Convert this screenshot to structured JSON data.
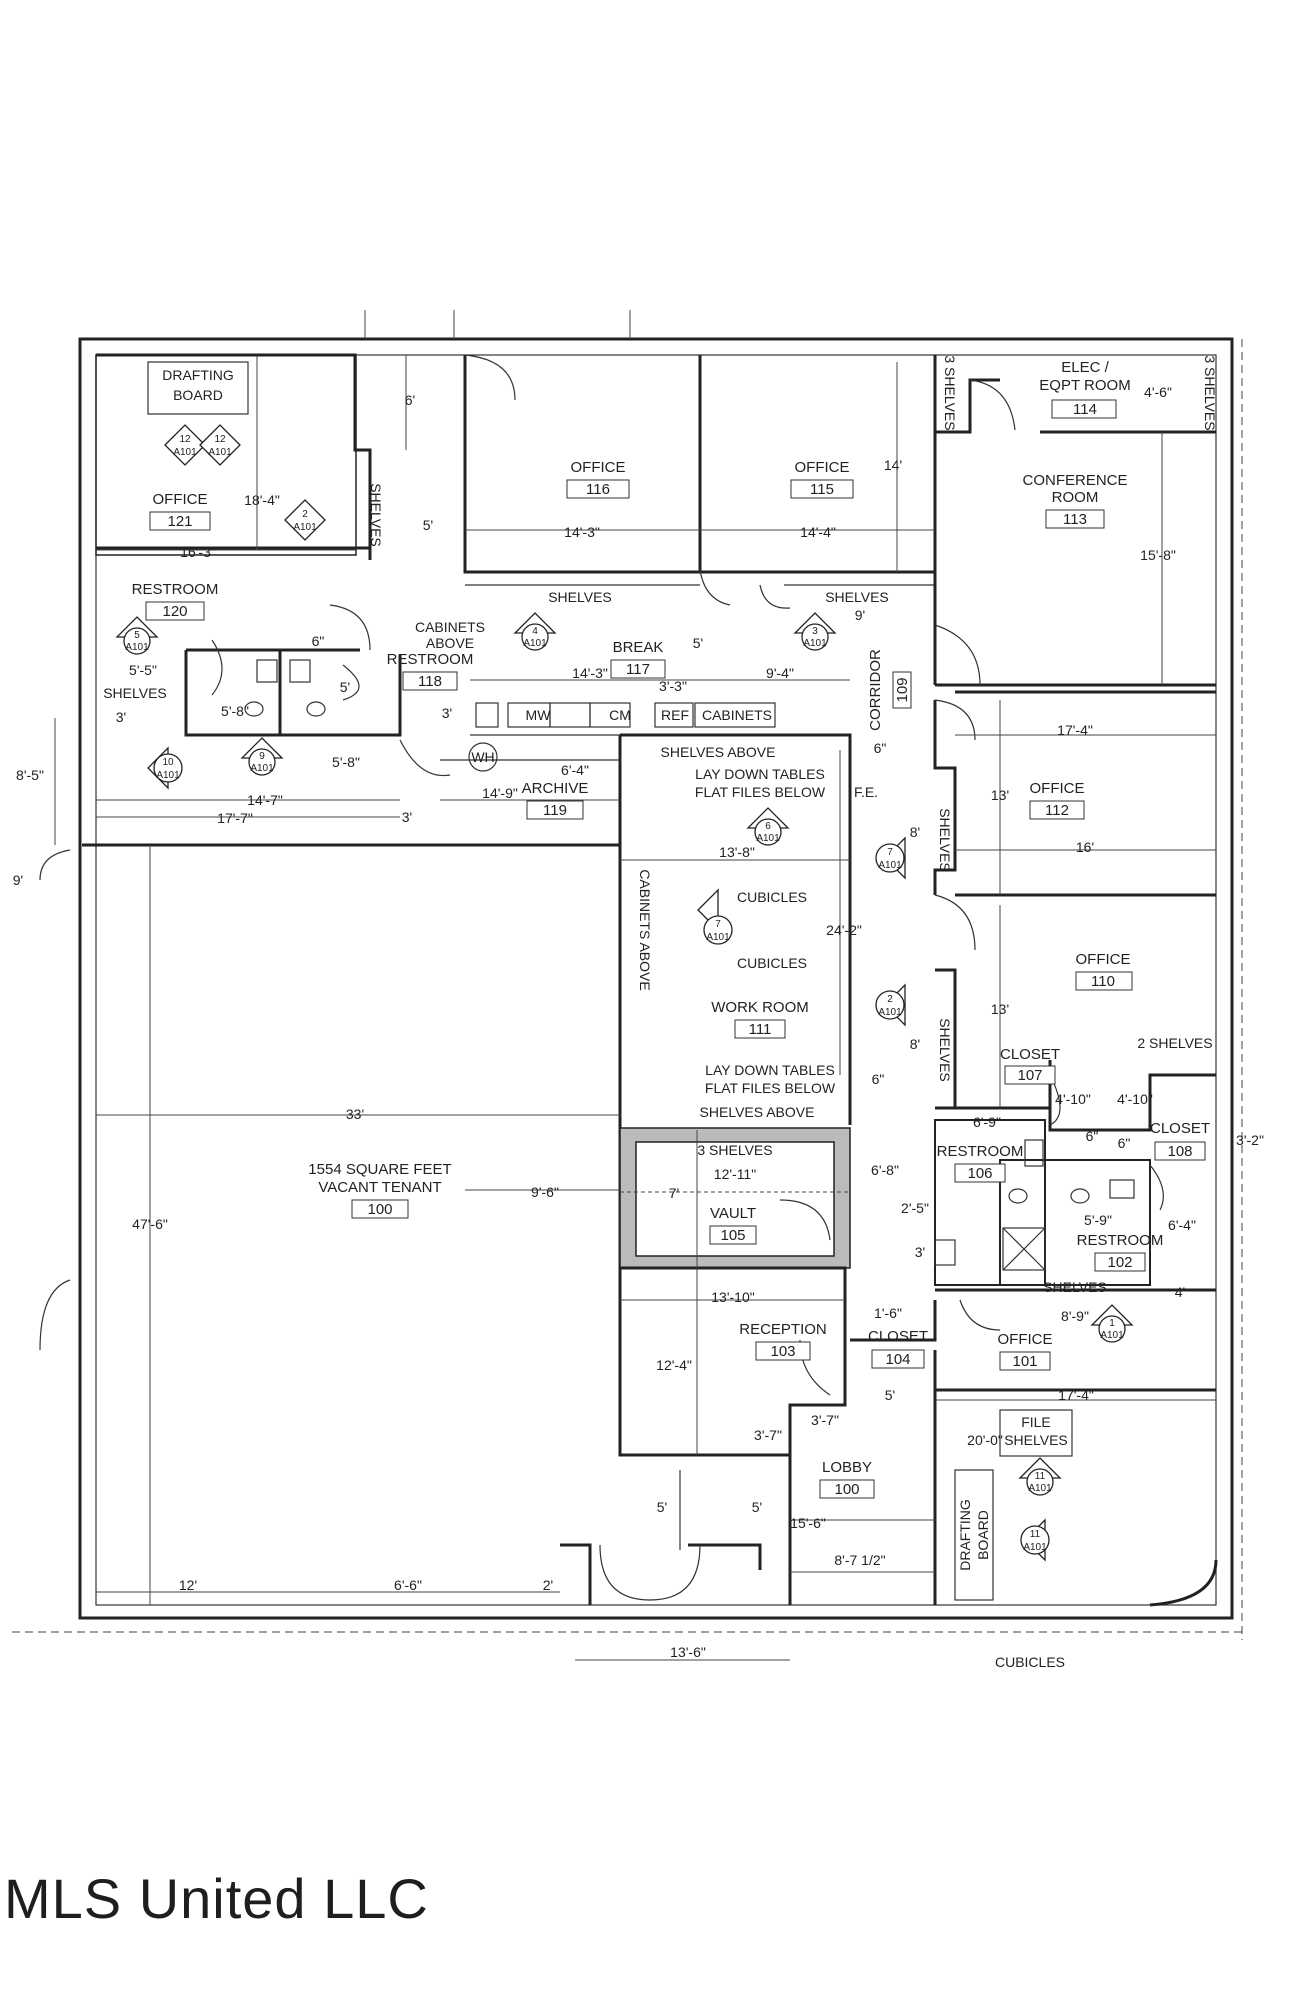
{
  "watermark": "MLS United LLC",
  "rooms": [
    {
      "id": "office-121",
      "name": "OFFICE",
      "number": "121"
    },
    {
      "id": "office-116",
      "name": "OFFICE",
      "number": "116"
    },
    {
      "id": "office-115",
      "name": "OFFICE",
      "number": "115"
    },
    {
      "id": "elec-114",
      "name": "ELEC /\nEQPT ROOM",
      "number": "114"
    },
    {
      "id": "conference-113",
      "name": "CONFERENCE\nROOM",
      "number": "113"
    },
    {
      "id": "restroom-120",
      "name": "RESTROOM",
      "number": "120"
    },
    {
      "id": "restroom-118",
      "name": "RESTROOM",
      "number": "118"
    },
    {
      "id": "break-117",
      "name": "BREAK",
      "number": "117"
    },
    {
      "id": "corridor-109",
      "name": "CORRIDOR",
      "number": "109"
    },
    {
      "id": "archive-119",
      "name": "ARCHIVE",
      "number": "119"
    },
    {
      "id": "office-112",
      "name": "OFFICE",
      "number": "112"
    },
    {
      "id": "workroom-111",
      "name": "WORK ROOM",
      "number": "111"
    },
    {
      "id": "office-110",
      "name": "OFFICE",
      "number": "110"
    },
    {
      "id": "closet-107",
      "name": "CLOSET",
      "number": "107"
    },
    {
      "id": "closet-108",
      "name": "CLOSET",
      "number": "108"
    },
    {
      "id": "restroom-106",
      "name": "RESTROOM",
      "number": "106"
    },
    {
      "id": "restroom-102",
      "name": "RESTROOM",
      "number": "102"
    },
    {
      "id": "vault-105",
      "name": "VAULT",
      "number": "105"
    },
    {
      "id": "tenant-100",
      "name": "1554 SQUARE FEET\nVACANT TENANT",
      "number": "100"
    },
    {
      "id": "reception-103",
      "name": "RECEPTION",
      "number": "103"
    },
    {
      "id": "closet-104",
      "name": "CLOSET",
      "number": "104"
    },
    {
      "id": "office-101",
      "name": "OFFICE",
      "number": "101"
    },
    {
      "id": "lobby-100",
      "name": "LOBBY",
      "number": "100"
    }
  ],
  "notes": [
    "DRAFTING\nBOARD",
    "SHELVES",
    "SHELVES",
    "SHELVES",
    "3\nSHELVES",
    "3\nSHELVES",
    "CABINETS\nABOVE",
    "SHELVES",
    "MW",
    "CM",
    "REF",
    "CABINETS",
    "WH",
    "SHELVES ABOVE",
    "LAY DOWN TABLES\nFLAT FILES BELOW",
    "F.E.",
    "SHELVES",
    "CUBICLES",
    "CUBICLES",
    "CABINETS ABOVE",
    "SHELVES",
    "2 SHELVES",
    "LAY DOWN TABLES\nFLAT FILES BELOW",
    "SHELVES ABOVE",
    "3 SHELVES",
    "SHELVES",
    "FILE\nSHELVES",
    "DRAFTING\nBOARD",
    "CUBICLES"
  ],
  "dimensions": [
    "6'",
    "18'-4\"",
    "16'-3\"",
    "5'",
    "14'-3\"",
    "14'-4\"",
    "14'",
    "4'-6\"",
    "15'-8\"",
    "6\"",
    "5'-5\"",
    "5'-8\"",
    "5'",
    "5'-8\"",
    "3'",
    "3'",
    "8'-5\"",
    "14'-7\"",
    "17'-7\"",
    "14'-9\"",
    "6'-4\"",
    "3'",
    "14'-3\"",
    "3'-3\"",
    "9'-4\"",
    "5'",
    "9'",
    "17'-4\"",
    "13'",
    "16'",
    "6\"",
    "13'-8\"",
    "8'",
    "24'-2\"",
    "9'",
    "8'",
    "6\"",
    "13'",
    "4'-10\"",
    "4'-10\"",
    "6'-9\"",
    "6\"",
    "6\"",
    "3'-2\"",
    "12'-11\"",
    "7'",
    "6'-8\"",
    "2'-5\"",
    "5'-9\"",
    "6'-4\"",
    "3'",
    "4'",
    "33'",
    "47'-6\"",
    "9'-6\"",
    "13'-10\"",
    "12'-4\"",
    "1'-6\"",
    "8'-9\"",
    "5'",
    "3'-7\"",
    "3'-7\"",
    "17'-4\"",
    "20'-0\"",
    "5'",
    "5'",
    "15'-6\"",
    "8'-7 1/2\"",
    "12'",
    "6'-6\"",
    "2'",
    "13'-6\""
  ],
  "section_markers": [
    {
      "num": "12",
      "sheet": "A101"
    },
    {
      "num": "12",
      "sheet": "A101"
    },
    {
      "num": "2",
      "sheet": "A101"
    },
    {
      "num": "4",
      "sheet": "A101"
    },
    {
      "num": "3",
      "sheet": "A101"
    },
    {
      "num": "5",
      "sheet": "A101"
    },
    {
      "num": "10",
      "sheet": "A101"
    },
    {
      "num": "9",
      "sheet": "A101"
    },
    {
      "num": "6",
      "sheet": "A101"
    },
    {
      "num": "7",
      "sheet": "A101"
    },
    {
      "num": "7",
      "sheet": "A101"
    },
    {
      "num": "2",
      "sheet": "A101"
    },
    {
      "num": "1",
      "sheet": "A101"
    },
    {
      "num": "11",
      "sheet": "A101"
    },
    {
      "num": "11",
      "sheet": "A101"
    }
  ]
}
